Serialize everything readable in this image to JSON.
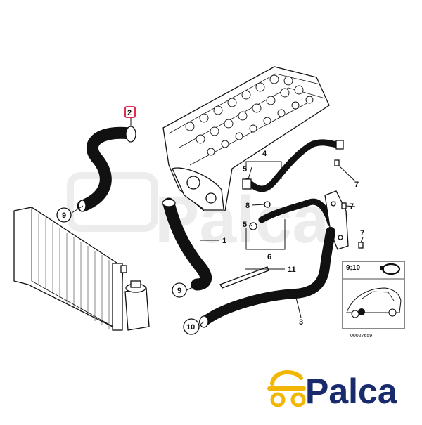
{
  "callouts": {
    "c1": "1",
    "c2": "2",
    "c3": "3",
    "c4": "4",
    "c5a": "5",
    "c5b": "5",
    "c6": "6",
    "c7a": "7",
    "c7b": "7",
    "c7c": "7",
    "c8": "8",
    "c9a": "9",
    "c9b": "9",
    "c10": "10",
    "c11": "11"
  },
  "inset": {
    "label": "9;10"
  },
  "diagram_number": "00027659",
  "brand": {
    "name": "Palca",
    "color": "#1a2b6d",
    "accent": "#f2b705"
  },
  "watermark": "Palca"
}
